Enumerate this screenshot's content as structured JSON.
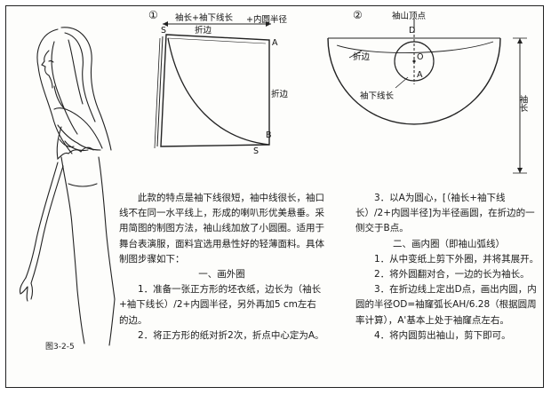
{
  "figure_label": "图3-2-5",
  "diagram1": {
    "number": "①",
    "top_label": "袖长+袖下线长",
    "plus_label": "+内圆半径",
    "fold_top": "折边",
    "fold_side": "折边",
    "point_s_top": "S",
    "point_a": "A",
    "point_b": "B",
    "point_s_bottom": "S"
  },
  "diagram2": {
    "number": "②",
    "top_label": "袖山顶点",
    "fold": "折边",
    "point_d": "D",
    "point_o": "O",
    "point_a": "A",
    "underarm": "袖下线长",
    "side_label": "袖长"
  },
  "left_column": [
    "此款的特点是袖下线很短，袖中线很长，袖口线不在同一水平线上，形成的喇叭形优美悬垂。采用简图的制图方法，袖山线加放了小圆圈。适用于舞台表演服，面料宜选用悬性好的轻薄面料。具体制图步骤如下：",
    "一、画外圈",
    "1．准备一张正方形的坯衣纸，边长为（袖长+袖下线长）/2+内圆半径，另外再加5 cm左右的边。",
    "2．将正方形的纸对折2次，折点中心定为A。"
  ],
  "right_column": [
    "3．以A为圆心，[（袖长+袖下线长）/2+内圆半径]为半径画圆，在折边的一侧交于B点。",
    "二、画内圈（即袖山弧线）",
    "1．从中变纸上剪下外圈，并将其展开。",
    "2．将外圆翻对合，一边的长为袖长。",
    "3．在折边线上定出D点，画出内圆，内圆的半径OD=袖窿弧长AH/6.28（根据圆周率计算），A'基本上处于袖窿点左右。",
    "4．将内圆剪出袖山，剪下即可。"
  ]
}
